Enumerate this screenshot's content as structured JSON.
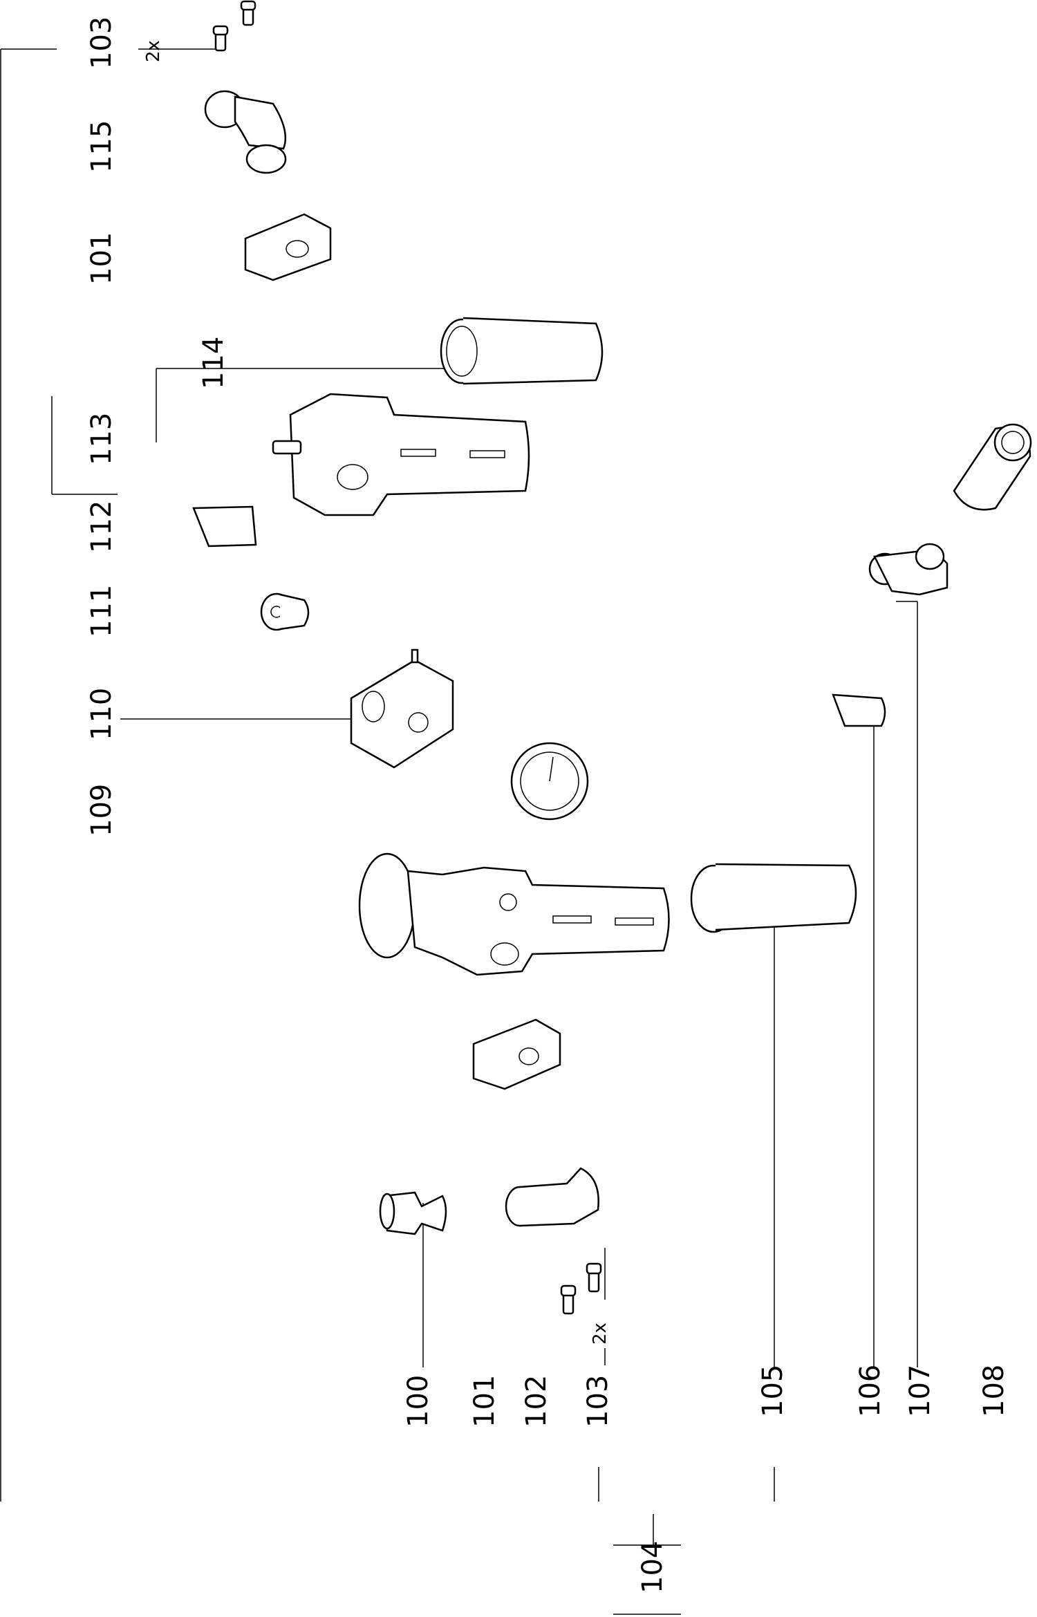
{
  "callouts_left": {
    "p103": "103",
    "p115": "115",
    "p101": "101",
    "p114": "114",
    "p113": "113",
    "p112": "112",
    "p111": "111",
    "p110": "110",
    "p109": "109"
  },
  "callouts_bottom": {
    "p100": "100",
    "p101": "101",
    "p102": "102",
    "p103": "103",
    "p104": "104",
    "p105": "105",
    "p106": "106",
    "p107": "107",
    "p108": "108"
  },
  "quantity_top": "2x",
  "quantity_bottom": "2x"
}
